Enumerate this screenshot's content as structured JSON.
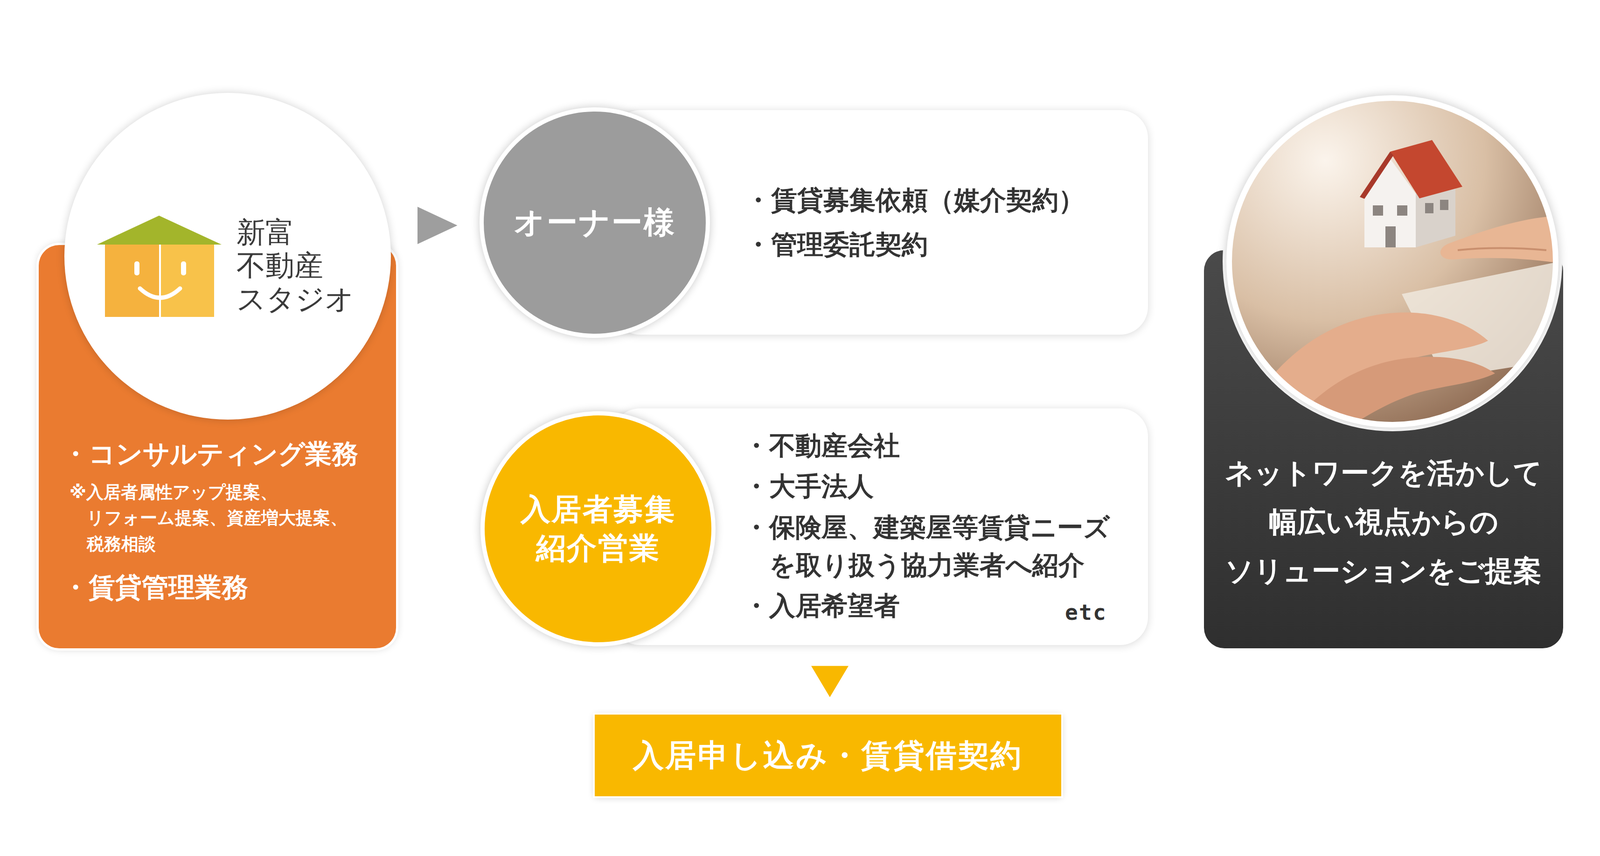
{
  "diagram": {
    "nodes": [
      {
        "text": [
          "新富 不動産 スタジオ"
        ]
      },
      {
        "text": [
          "・コンサルティング業務",
          "※入居者属性アップ提案、 リフォーム提案、資産増大提案、 税務相談",
          "・賃貸管理業務"
        ]
      },
      {
        "text": [
          "オーナー様"
        ]
      },
      {
        "text": [
          "・賃貸募集依頼（媒介契約）",
          "・管理委託契約"
        ]
      },
      {
        "text": [
          "入居者募集 紹介営業"
        ]
      },
      {
        "text": [
          "・不動産会社",
          "・大手法人",
          "・保険屋、建築屋等賃貸ニーズ を取り扱う協力業者へ紹介",
          "・入居希望者",
          "etc"
        ]
      },
      {
        "text": [
          "入居申し込み・賃貸借契約"
        ]
      },
      {
        "text": [
          "ネットワークを活かして 幅広い視点からの ソリューションをご提案"
        ]
      }
    ],
    "edges": [
      {
        "from": 0,
        "to": 2,
        "arrow": "to"
      },
      {
        "from": 5,
        "to": 6,
        "arrow": "to"
      }
    ]
  }
}
